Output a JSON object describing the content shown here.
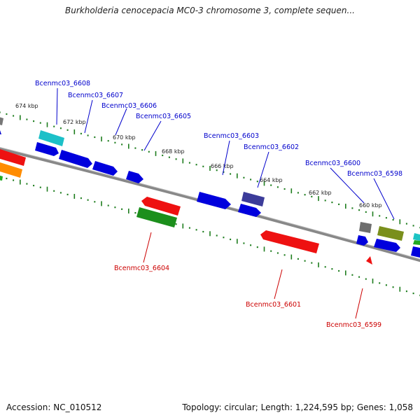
{
  "title": "Burkholderia cenocepacia MC0-3 chromosome 3, complete sequen...",
  "footer": {
    "accession": "Accession: NC_010512",
    "topology": "Topology: circular; Length: 1,224,595 bp; Genes: 1,058"
  },
  "colors": {
    "forward_label": "#0000cc",
    "reverse_label": "#cc0000",
    "tick": "#1e7d1e",
    "backbone": "#777777"
  },
  "scale_labels": [
    "674 kbp",
    "672 kbp",
    "670 kbp",
    "668 kbp",
    "666 kbp",
    "664 kbp",
    "662 kbp",
    "660 kbp"
  ],
  "forward_labels": [
    "Bcenmc03_6608",
    "Bcenmc03_6607",
    "Bcenmc03_6606",
    "Bcenmc03_6605",
    "Bcenmc03_6603",
    "Bcenmc03_6602",
    "Bcenmc03_6600",
    "Bcenmc03_6598"
  ],
  "reverse_labels": [
    "Bcenmc03_6604",
    "Bcenmc03_6601",
    "Bcenmc03_6599"
  ]
}
